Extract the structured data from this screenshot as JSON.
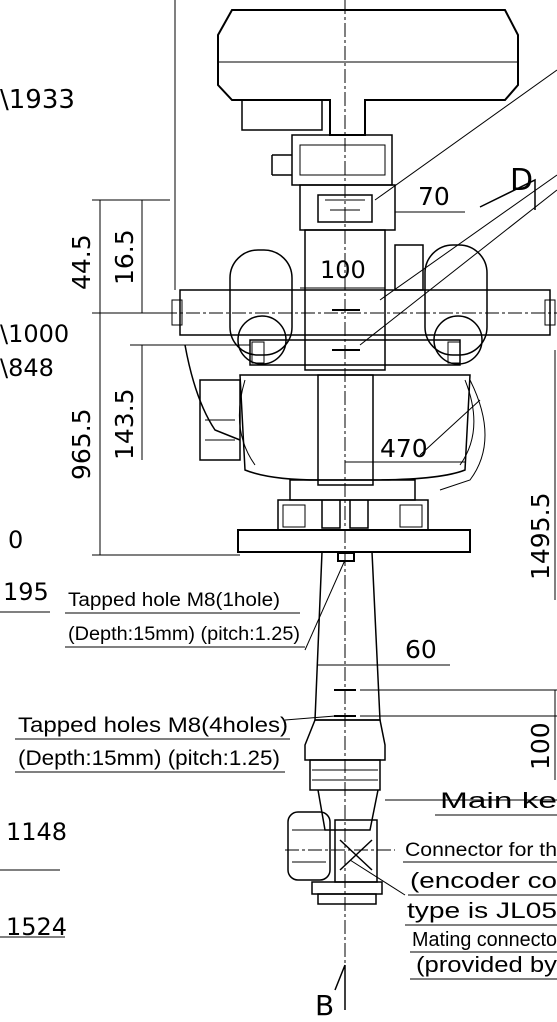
{
  "dimensions": {
    "d_1933": "\\1933",
    "d_1000": "\\1000",
    "d_848": "\\848",
    "d_0": "0",
    "d_195": "195",
    "d_1148": "1148",
    "d_1524": "1524",
    "d_445": "44.5",
    "d_165": "16.5",
    "d_9655": "965.5",
    "d_1435": "143.5",
    "d_70": "70",
    "d_100_top": "100",
    "d_470": "470",
    "d_14955": "1495.5",
    "d_60": "60",
    "d_100_side": "100"
  },
  "view_labels": {
    "D": "D",
    "B": "B"
  },
  "notes": {
    "tapped_1_line1": "Tapped hole M8(1hole)",
    "tapped_1_line2": "(Depth:15mm) (pitch:1.25)",
    "tapped_4_line1": "Tapped holes M8(4holes)",
    "tapped_4_line2": "(Depth:15mm) (pitch:1.25)",
    "main_key": "Main ke",
    "connector_line1": "Connector for th",
    "connector_line2": "(encoder co",
    "connector_line3": "type is JL05",
    "connector_line4": "Mating connecto",
    "connector_line5": "(provided by"
  }
}
